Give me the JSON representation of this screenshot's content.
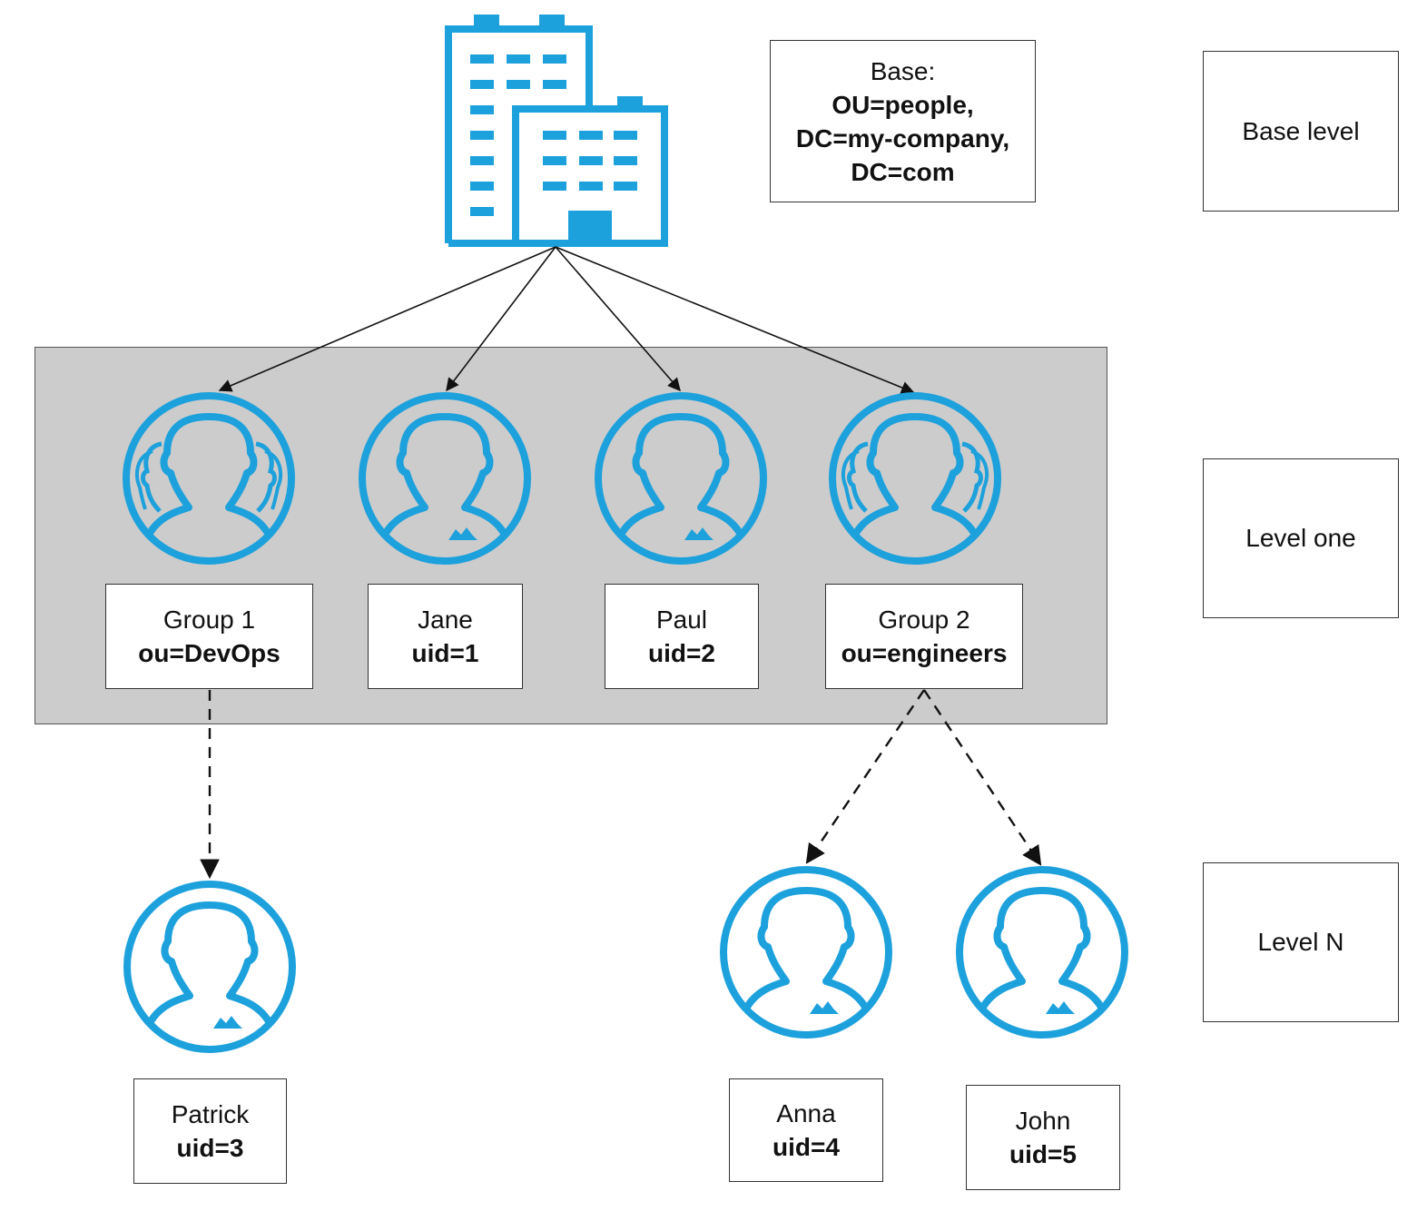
{
  "colors": {
    "icon_blue": "#1da1dc",
    "panel_gray": "#cccccc",
    "line": "#111111"
  },
  "base": {
    "label": "Base:",
    "lines": [
      "OU=people,",
      "DC=my-company,",
      "DC=com"
    ]
  },
  "levels": {
    "base": "Base level",
    "one": "Level one",
    "n": "Level N"
  },
  "nodes": {
    "group1": {
      "icon": "group-icon",
      "name": "Group 1",
      "id": "ou=DevOps"
    },
    "jane": {
      "icon": "user-icon",
      "name": "Jane",
      "id": "uid=1"
    },
    "paul": {
      "icon": "user-icon",
      "name": "Paul",
      "id": "uid=2"
    },
    "group2": {
      "icon": "group-icon",
      "name": "Group 2",
      "id": "ou=engineers"
    },
    "patrick": {
      "icon": "user-icon",
      "name": "Patrick",
      "id": "uid=3"
    },
    "anna": {
      "icon": "user-icon",
      "name": "Anna",
      "id": "uid=4"
    },
    "john": {
      "icon": "user-icon",
      "name": "John",
      "id": "uid=5"
    }
  },
  "root": {
    "icon": "building-icon"
  },
  "edges": [
    {
      "from": "root",
      "to": "group1",
      "style": "solid"
    },
    {
      "from": "root",
      "to": "jane",
      "style": "solid"
    },
    {
      "from": "root",
      "to": "paul",
      "style": "solid"
    },
    {
      "from": "root",
      "to": "group2",
      "style": "solid"
    },
    {
      "from": "group1",
      "to": "patrick",
      "style": "dashed"
    },
    {
      "from": "group2",
      "to": "anna",
      "style": "dashed"
    },
    {
      "from": "group2",
      "to": "john",
      "style": "dashed"
    }
  ]
}
